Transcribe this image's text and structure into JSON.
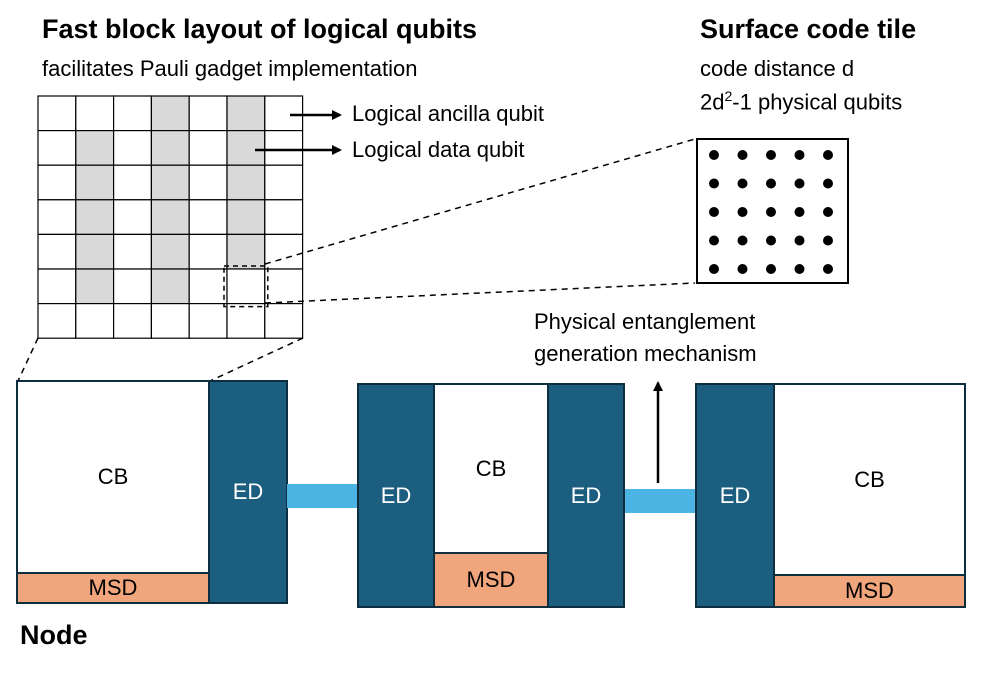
{
  "header": {
    "title": "Fast block layout of logical qubits",
    "subtitle": "facilitates Pauli gadget implementation"
  },
  "tile": {
    "title": "Surface code tile",
    "line1": "code distance d",
    "line2_prefix": "2d",
    "line2_sup": "2",
    "line2_suffix": "-1 physical qubits"
  },
  "grid": {
    "rows": 7,
    "cols": 7,
    "shaded_cols": [
      1,
      3,
      5
    ],
    "shaded_rows_per_col": [
      [
        1,
        2,
        3,
        4,
        5
      ],
      [
        0,
        1,
        2,
        3,
        4,
        5
      ],
      [
        0,
        1,
        2,
        3,
        4
      ]
    ],
    "highlighted_cell": {
      "row": 5,
      "col": 5
    }
  },
  "annotations": {
    "ancilla": "Logical ancilla qubit",
    "data": "Logical data qubit",
    "entanglement_line1": "Physical entanglement",
    "entanglement_line2": "generation mechanism"
  },
  "dot_grid": {
    "rows": 5,
    "cols": 5
  },
  "nodes": {
    "ed_label": "ED",
    "cb_label": "CB",
    "msd_label": "MSD",
    "node_label": "Node"
  },
  "colors": {
    "ed": "#1b5e7f",
    "msd": "#f1a57c",
    "link": "#4cb4e3",
    "shaded_cell": "#d9d9d9"
  }
}
